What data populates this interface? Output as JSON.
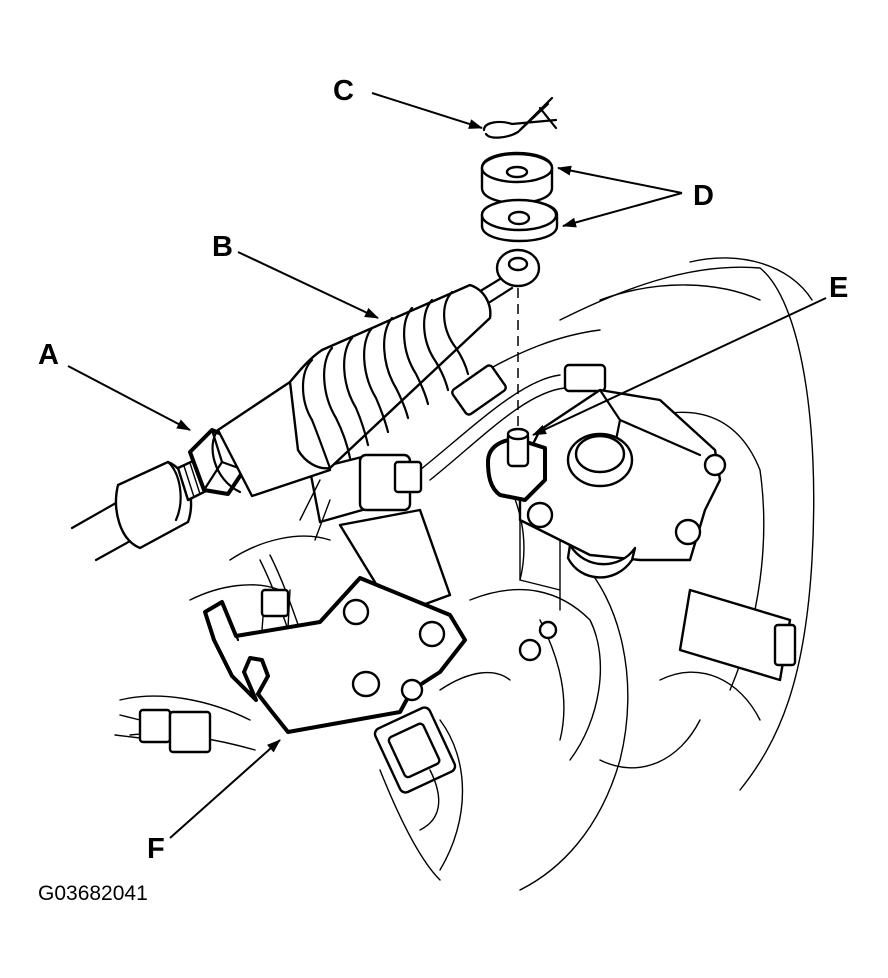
{
  "callouts": {
    "a": "A",
    "b": "B",
    "c": "C",
    "d": "D",
    "e": "E",
    "f": "F"
  },
  "figure_id": "G03682041"
}
